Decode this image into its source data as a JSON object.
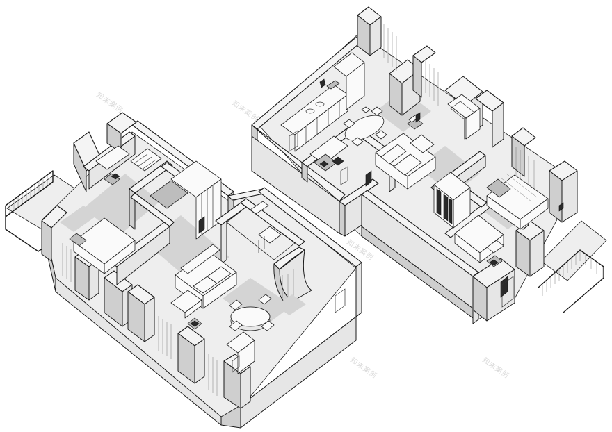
{
  "watermarks": [
    {
      "id": "wm1",
      "text": "知末案例"
    },
    {
      "id": "wm2",
      "text": "知末案例"
    },
    {
      "id": "wm3",
      "text": "知末案例"
    },
    {
      "id": "wm4",
      "text": "知末案例"
    },
    {
      "id": "wm5",
      "text": "知末案例"
    }
  ],
  "colors": {
    "line": "#1a1a1a",
    "wall_top": "#f4f4f4",
    "wall_side_dark": "#cfcfcf",
    "wall_side_light": "#e6e6e6",
    "floor": "#eeeeee",
    "shadow": "#d4d4d4",
    "background": "#ffffff"
  }
}
